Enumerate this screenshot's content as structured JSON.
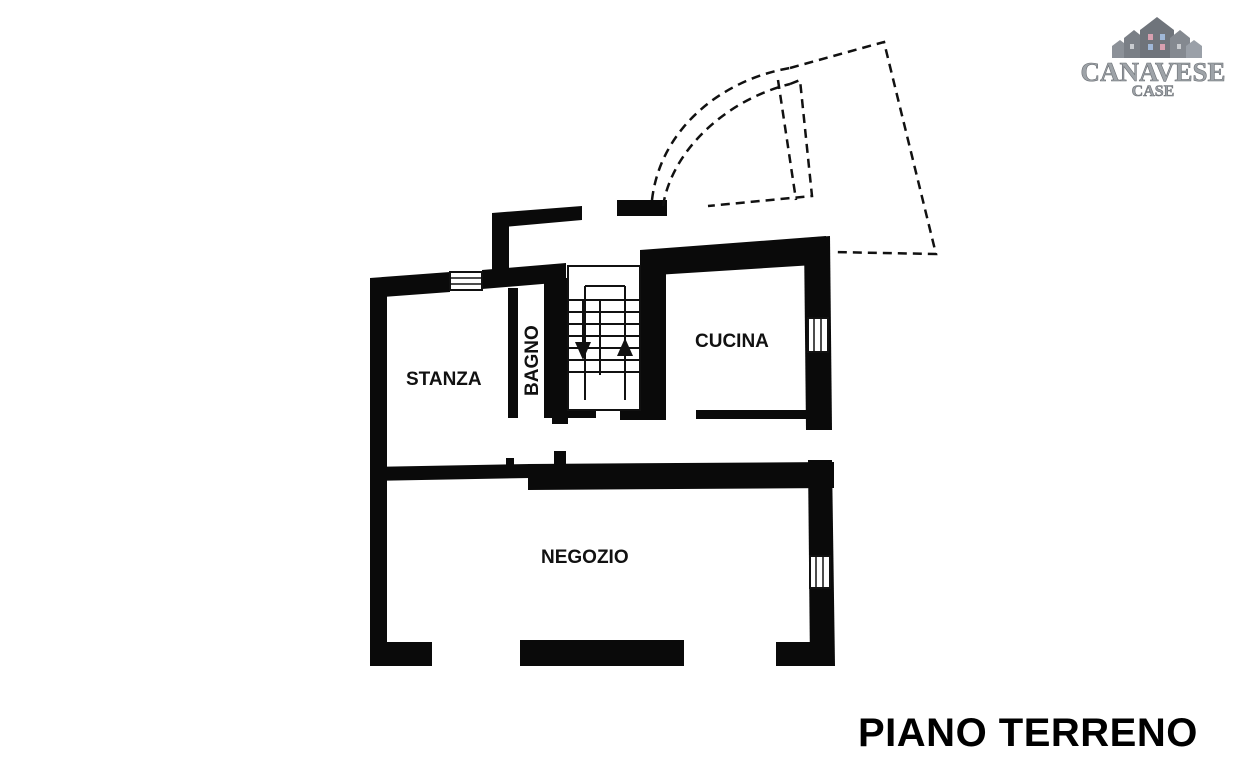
{
  "logo": {
    "line1": "CANAVESE",
    "line2": "CASE",
    "colors": {
      "houses": [
        "#7a7f86",
        "#9aa0a8",
        "#d8a0b0",
        "#a0b8d8"
      ],
      "text": "#9ea3a8"
    }
  },
  "floor_plan": {
    "title": "PIANO TERRENO",
    "rooms": {
      "stanza": "STANZA",
      "bagno": "BAGNO",
      "cucina": "CUCINA",
      "negozio": "NEGOZIO"
    },
    "wall_color": "#0a0a0a"
  }
}
